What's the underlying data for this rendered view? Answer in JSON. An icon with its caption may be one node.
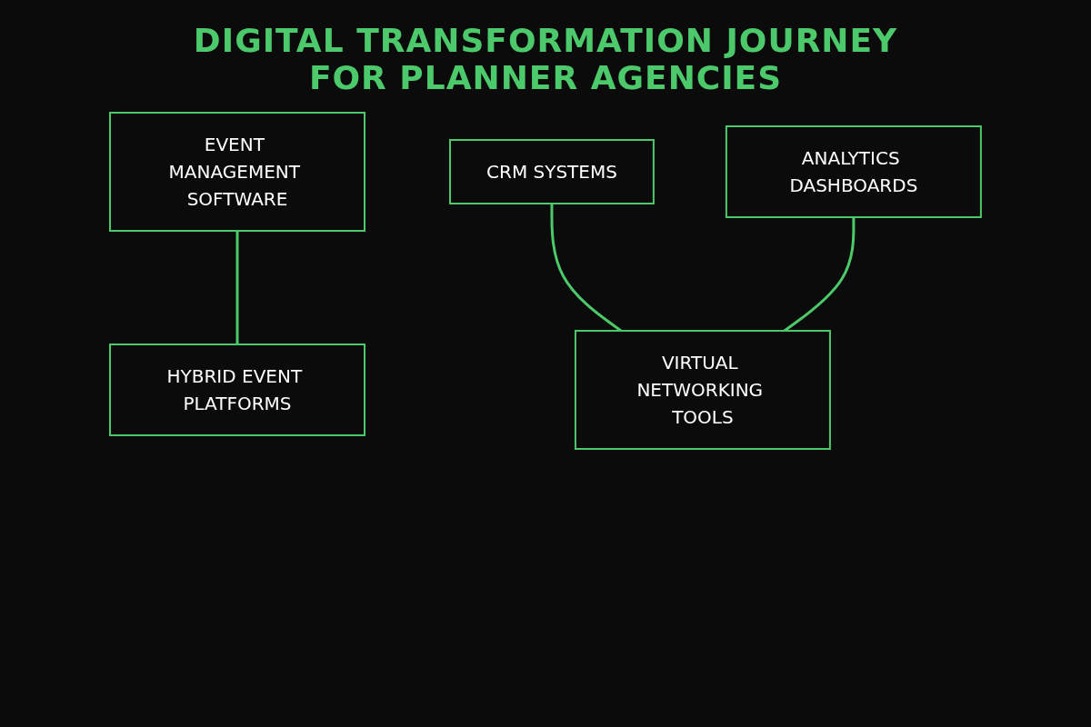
{
  "diagram": {
    "title": "DIGITAL TRANSFORMATION JOURNEY FOR PLANNER AGENCIES",
    "nodes": [
      {
        "text": [
          "EVENT MANAGEMENT SOFTWARE"
        ]
      },
      {
        "text": [
          "CRM SYSTEMS"
        ]
      },
      {
        "text": [
          "ANALYTICS DASHBOARDS"
        ]
      },
      {
        "text": [
          "HYBRID EVENT PLATFORMS"
        ]
      },
      {
        "text": [
          "VIRTUAL NETWORKING TOOLS"
        ]
      }
    ],
    "edges": [
      {
        "from": 0,
        "to": 3,
        "arrow": "none"
      },
      {
        "from": 1,
        "to": 4,
        "arrow": "none"
      },
      {
        "from": 2,
        "to": 4,
        "arrow": "none"
      }
    ]
  }
}
